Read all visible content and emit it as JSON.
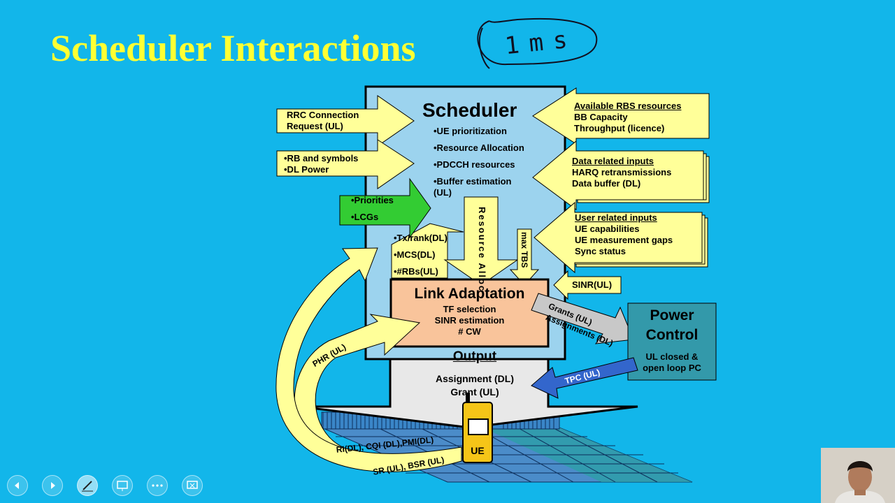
{
  "slide": {
    "title": "Scheduler Interactions",
    "handwritten_note": "1ms"
  },
  "scheduler": {
    "heading": "Scheduler",
    "items": [
      "•UE prioritization",
      "•Resource Allocation",
      "•PDCCH resources",
      "•Buffer estimation",
      "(UL)"
    ]
  },
  "inputs_left": {
    "rrc": [
      "RRC Connection",
      "Request (UL)"
    ],
    "rb": [
      "•RB and symbols",
      "•DL Power"
    ],
    "priorities": [
      "•Priorities",
      "•LCGs"
    ]
  },
  "inputs_right": {
    "available": [
      "Available RBS resources",
      "BB Capacity",
      "Throughput (licence)"
    ],
    "data": [
      "Data related inputs",
      "HARQ retransmissions",
      "Data buffer (DL)"
    ],
    "user": [
      "User related inputs",
      "UE capabilities",
      "UE measurement gaps",
      "Sync status"
    ],
    "sinr": "SINR(UL)"
  },
  "feedback": [
    "•Tx/rank(DL)",
    "•MCS(DL)",
    "•#RBs(UL)"
  ],
  "vertical_labels": {
    "resource_alloc": "Resource Alloc",
    "max_tbs": "max TBS"
  },
  "link_adaptation": {
    "heading": "Link Adaptation",
    "items": [
      "TF selection",
      "SINR estimation",
      "# CW"
    ]
  },
  "output": {
    "heading": "Output",
    "items": [
      "Assignment (DL)",
      "Grant (UL)"
    ]
  },
  "power_control": {
    "heading": [
      "Power",
      "Control"
    ],
    "items": [
      "UL closed &",
      "open loop PC"
    ]
  },
  "arrows": {
    "grants": "Grants (UL)",
    "assignments": "Assignments (DL)",
    "tpc": "TPC (UL)",
    "phr": "PHR (UL)",
    "ri_cqi": "RI(DL), CQI (DL),PMI(DL)",
    "sr_bsr": "SR (UL), BSR (UL)"
  },
  "ue": {
    "label": "UE"
  },
  "controls": [
    "previous-icon",
    "next-icon",
    "pen-icon",
    "slide-view-icon",
    "more-icon",
    "end-show-icon"
  ],
  "colors": {
    "background": "#12b6ea",
    "title": "#ffff33",
    "scheduler": "#9cd3ee",
    "input_arrow": "#ffff99",
    "green_arrow": "#33cc33",
    "link_adaptation": "#f9c49b",
    "power_control": "#3399aa",
    "tpc_arrow": "#3366cc",
    "ue": "#f5c518"
  }
}
